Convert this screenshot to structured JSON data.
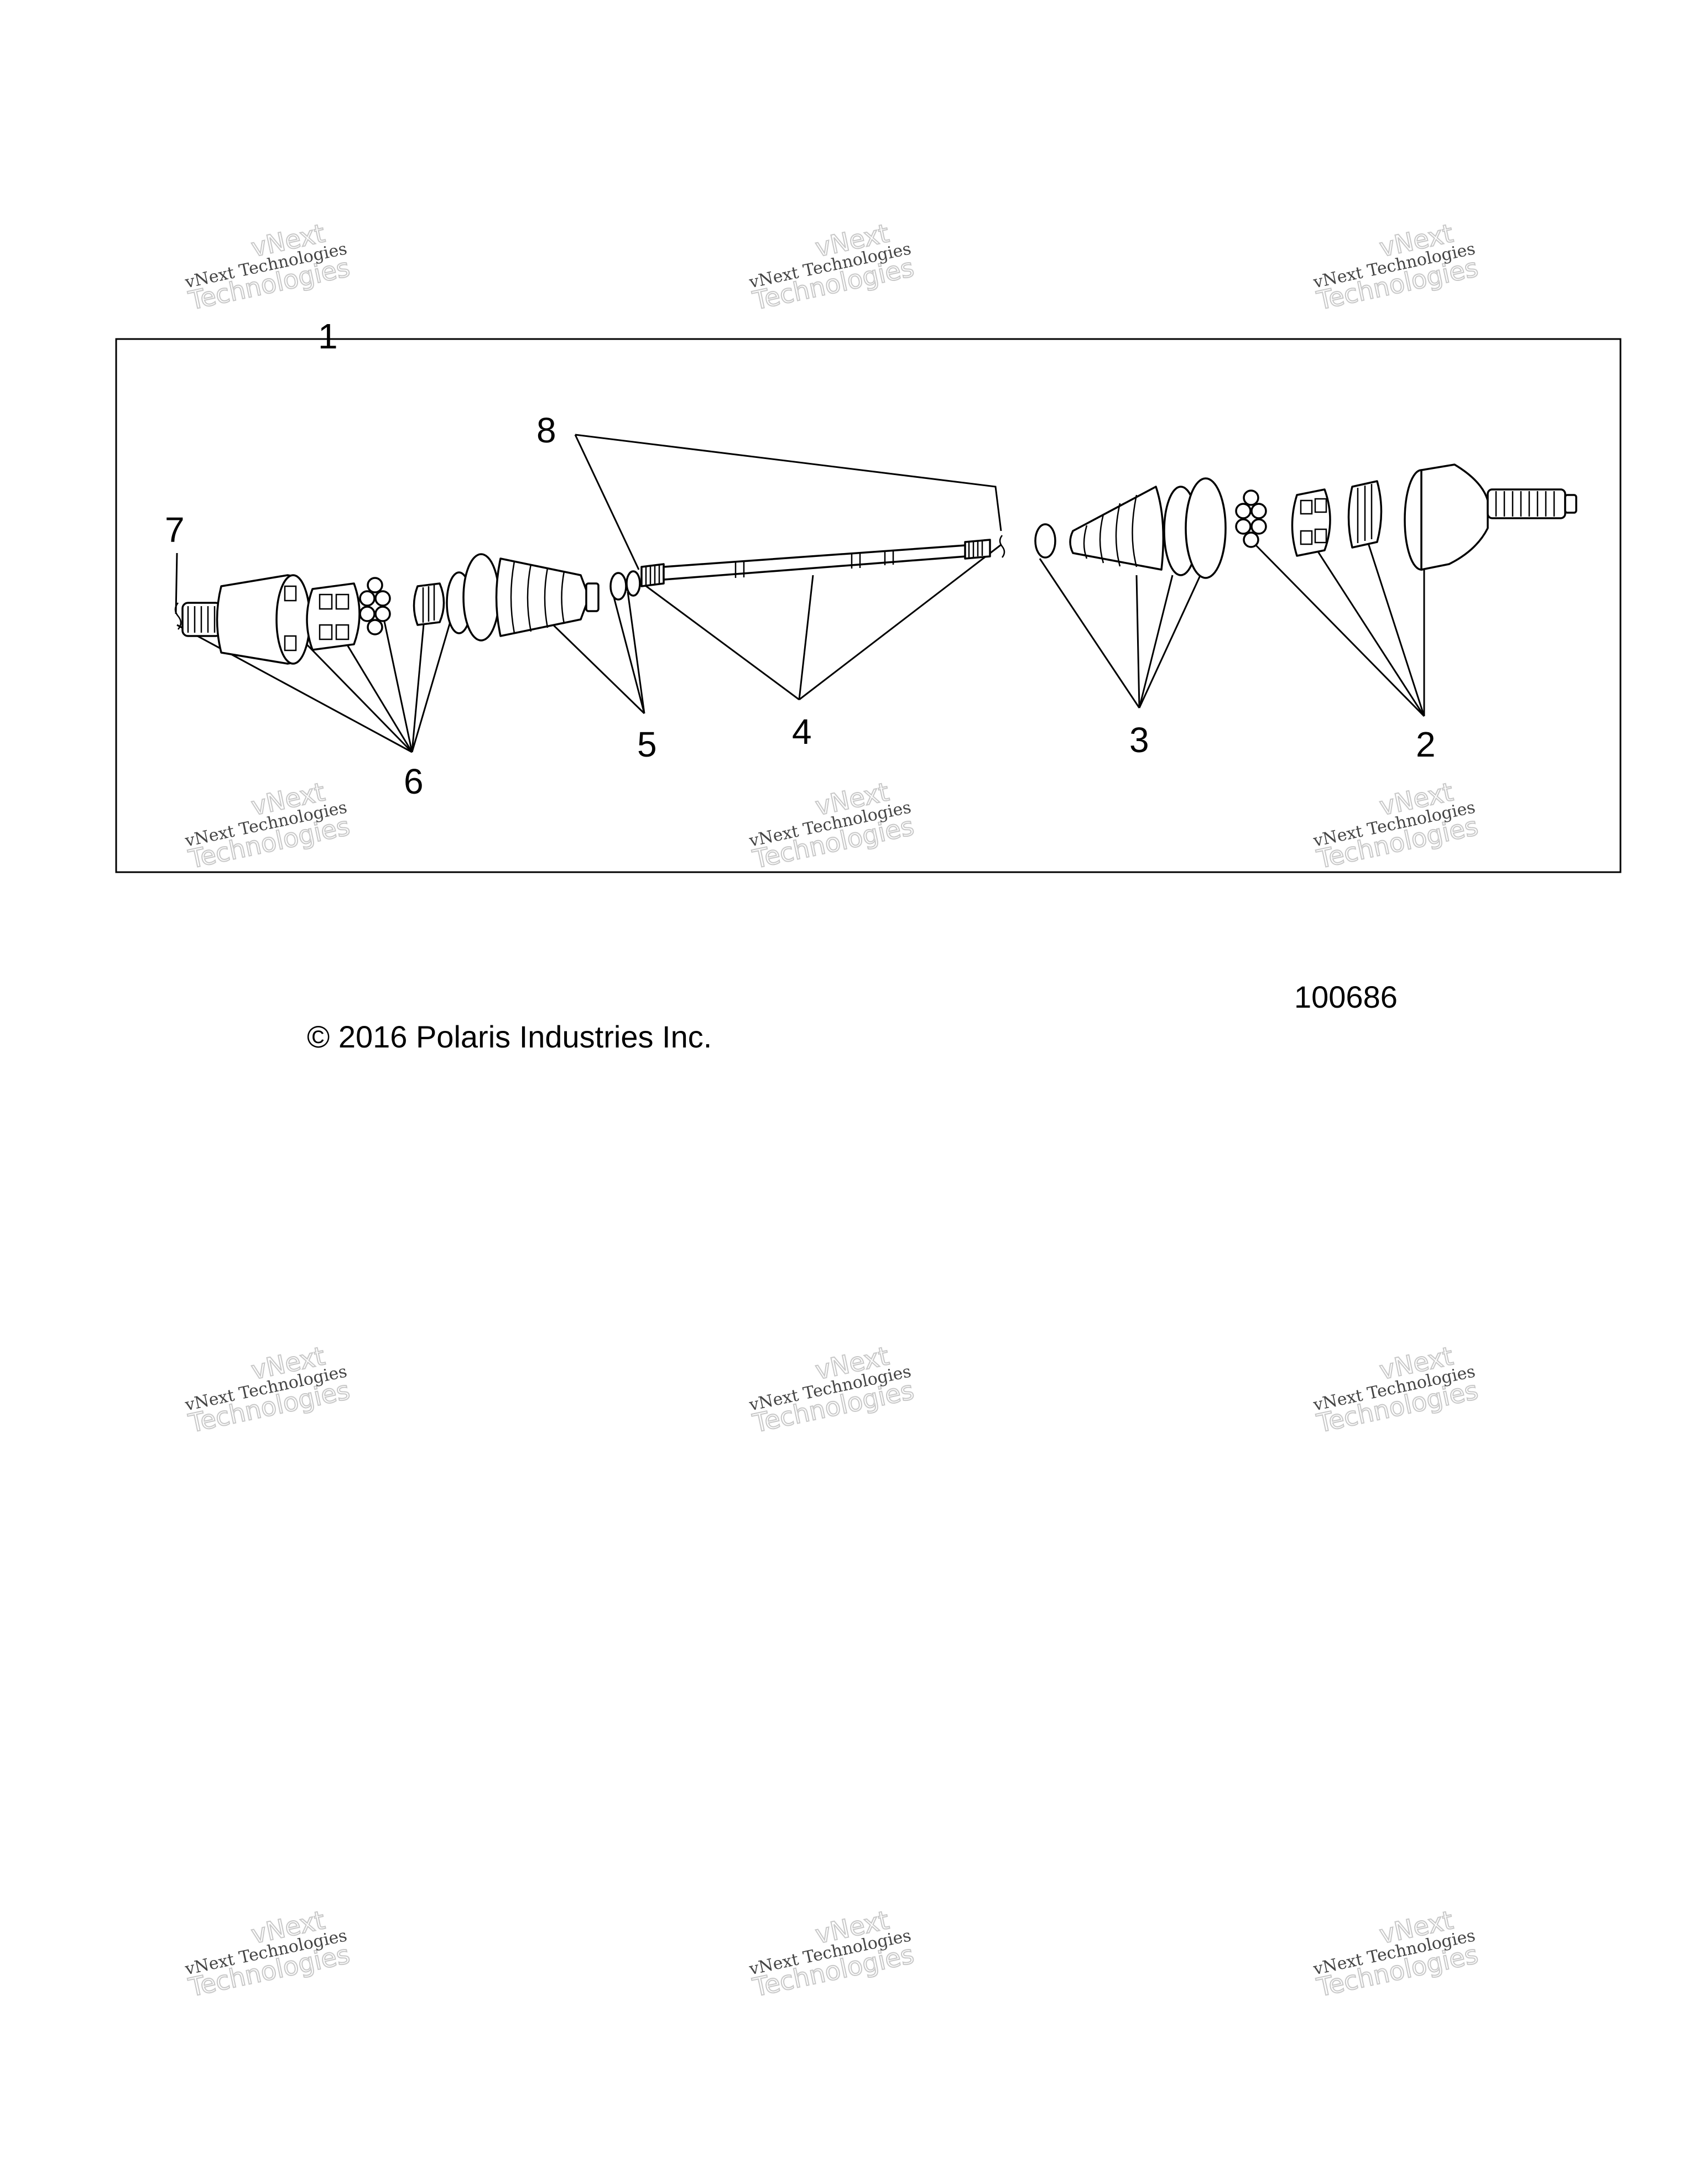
{
  "figure_number": "100686",
  "copyright": "© 2016 Polaris Industries Inc.",
  "callouts": [
    "1",
    "2",
    "3",
    "4",
    "5",
    "6",
    "7",
    "8"
  ],
  "watermark": {
    "line1": "vNext Technologies",
    "line2": "Technologies",
    "line3": "vNext"
  }
}
